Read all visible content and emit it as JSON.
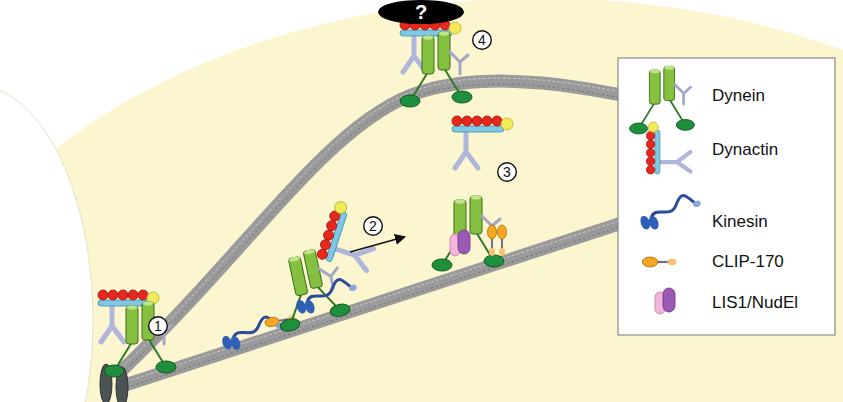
{
  "diagram": {
    "nodes": [
      {
        "text": [
          "?"
        ]
      },
      {
        "text": [
          "4"
        ]
      },
      {
        "text": [
          "3"
        ]
      },
      {
        "text": [
          "2"
        ]
      },
      {
        "text": [
          "1"
        ]
      }
    ],
    "legend": [
      {
        "text": "Dynein"
      },
      {
        "text": "Dynactin"
      },
      {
        "text": "Kinesin"
      },
      {
        "text": "CLIP-170"
      },
      {
        "text": "LIS1/NudEl"
      }
    ]
  }
}
